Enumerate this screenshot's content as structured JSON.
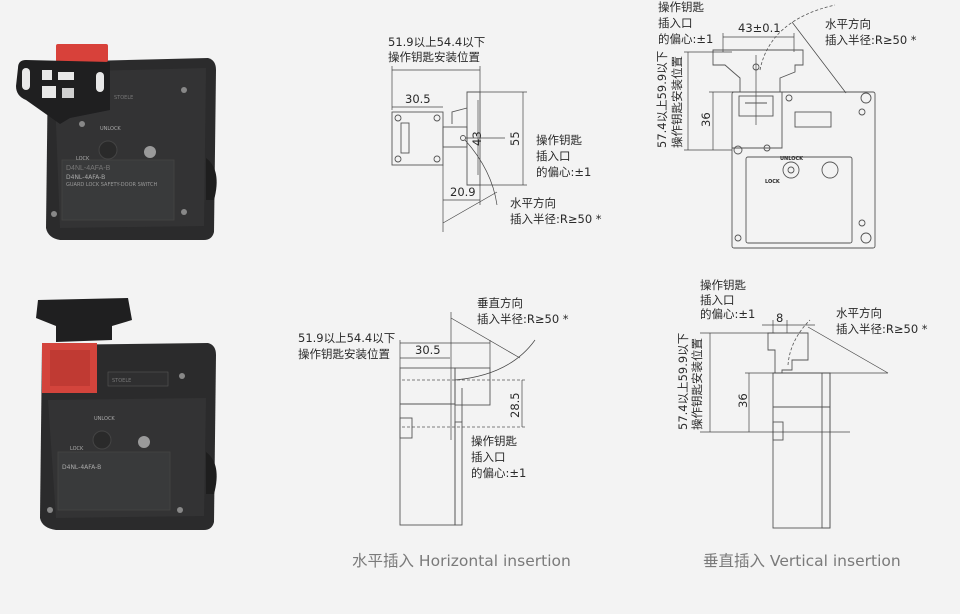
{
  "photos": {
    "top": {
      "model": "D4NL-4AFA-B",
      "subtitle": "GUARD LOCK SAFETY-DOOR SWITCH",
      "unlock": "UNLOCK",
      "lock": "LOCK",
      "brand": "STOELE"
    },
    "bottom": {
      "model": "D4NL-4AFA-B",
      "unlock": "UNLOCK",
      "lock": "LOCK",
      "brand": "STOELE"
    }
  },
  "horizontal_top": {
    "mount_range": "51.9以上54.4以下",
    "mount_label": "操作钥匙安装位置",
    "dim_30_5": "30.5",
    "dim_43": "43",
    "dim_55": "55",
    "dim_20_9": "20.9",
    "offset_l1": "操作钥匙",
    "offset_l2": "插入口",
    "offset_l3": "的偏心:±1",
    "radius_l1": "水平方向",
    "radius_l2": "插入半径:R≥50 *"
  },
  "vertical_top": {
    "offset_l1": "操作钥匙",
    "offset_l2": "插入口",
    "offset_l3": "的偏心:±1",
    "dim_43": "43±0.1",
    "mount_range": "57.4以上59.9以下",
    "mount_label": "操作钥匙安装位置",
    "dim_36": "36",
    "radius_l1": "水平方向",
    "radius_l2": "插入半径:R≥50 *",
    "unlock": "UNLOCK",
    "lock": "LOCK"
  },
  "horizontal_side": {
    "radius_l1": "垂直方向",
    "radius_l2": "插入半径:R≥50 *",
    "mount_range": "51.9以上54.4以下",
    "mount_label": "操作钥匙安装位置",
    "dim_30_5": "30.5",
    "dim_28_5": "28.5",
    "offset_l1": "操作钥匙",
    "offset_l2": "插入口",
    "offset_l3": "的偏心:±1",
    "caption": "水平插入 Horizontal insertion"
  },
  "vertical_side": {
    "offset_l1": "操作钥匙",
    "offset_l2": "插入口",
    "offset_l3": "的偏心:±1",
    "dim_8": "8",
    "radius_l1": "水平方向",
    "radius_l2": "插入半径:R≥50 *",
    "mount_range": "57.4以上59.9以下",
    "mount_label": "操作钥匙安装位置",
    "dim_36": "36",
    "caption": "垂直插入 Vertical insertion"
  }
}
